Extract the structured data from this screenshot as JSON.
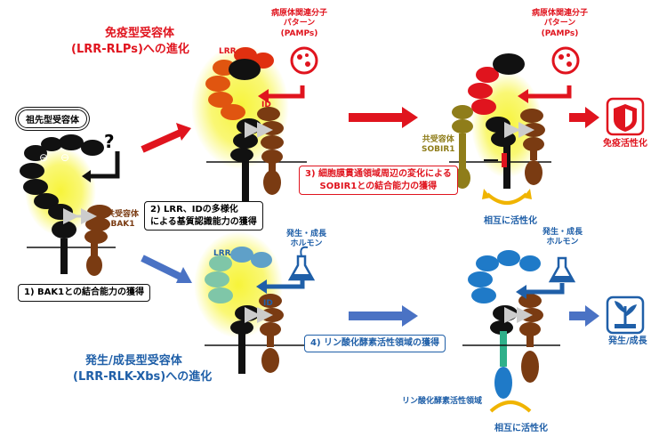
{
  "titles": {
    "immune_title_1": "免疫型受容体",
    "immune_title_2": "(LRR-RLPs)への進化",
    "growth_title_1": "発生/成長型受容体",
    "growth_title_2": "(LRR-RLK-Xbs)への進化"
  },
  "labels": {
    "ancestral": "祖先型受容体",
    "coreceptor_bak1_1": "共受容体",
    "coreceptor_bak1_2": "BAK1",
    "coreceptor_sobir1_1": "共受容体",
    "coreceptor_sobir1_2": "SOBIR1",
    "lrr_red": "LRR",
    "id_red": "ID",
    "lrr_blue": "LRR",
    "id_blue": "ID",
    "pamps_1a": "病原体関連分子",
    "pamps_1b": "パターン",
    "pamps_1c": "(PAMPs)",
    "pamps_2a": "病原体関連分子",
    "pamps_2b": "パターン",
    "pamps_2c": "(PAMPs)",
    "hormone_1a": "発生・成長",
    "hormone_1b": "ホルモン",
    "hormone_2a": "発生・成長",
    "hormone_2b": "ホルモン",
    "mutual_red": "相互に活性化",
    "mutual_blue": "相互に活性化",
    "kinase_domain": "リン酸化酵素活性領域",
    "immune_activation": "免疫活性化",
    "growth_outcome": "発生/成長",
    "question": "?",
    "minus": "⊖"
  },
  "steps": {
    "step1": "1) BAK1との結合能力の獲得",
    "step2a": "2) LRR、IDの多様化",
    "step2b": "による基質認識能力の獲得",
    "step3a": "3) 細胞膜貫通領域周辺の変化による",
    "step3b": "SOBIR1との結合能力の獲得",
    "step4": "4) リン酸化酵素活性領域の獲得"
  },
  "colors": {
    "red": "#e0141e",
    "blue": "#1f5fa8",
    "brown": "#7a3b12",
    "olive": "#8f7d1a",
    "glow": "#f5f23a",
    "black": "#111111"
  },
  "icons": {
    "shield": "shield-icon",
    "plant": "plant-icon",
    "pathogen": "pathogen-icon",
    "flask": "flask-icon"
  }
}
